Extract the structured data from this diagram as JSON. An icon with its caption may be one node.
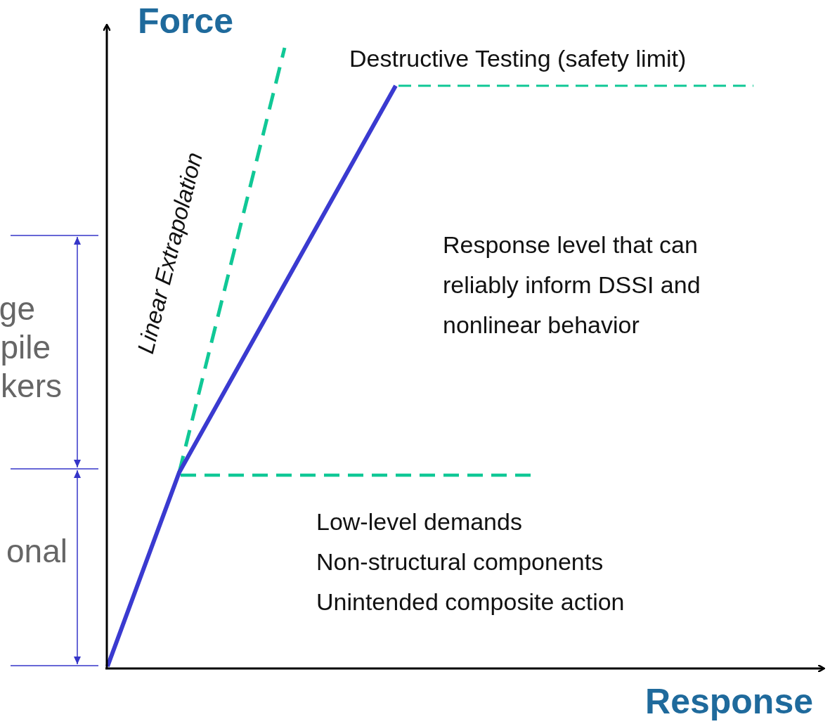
{
  "diagram": {
    "labels": [
      "Force",
      "Destructive Testing (safety limit)",
      "Linear Extrapolation",
      "Response level that can reliably inform DSSI and nonlinear behavior",
      "ge",
      "pile",
      "kers",
      "Low-level demands",
      "Non-structural components",
      "Unintended composite action",
      "onal",
      "Response"
    ]
  }
}
